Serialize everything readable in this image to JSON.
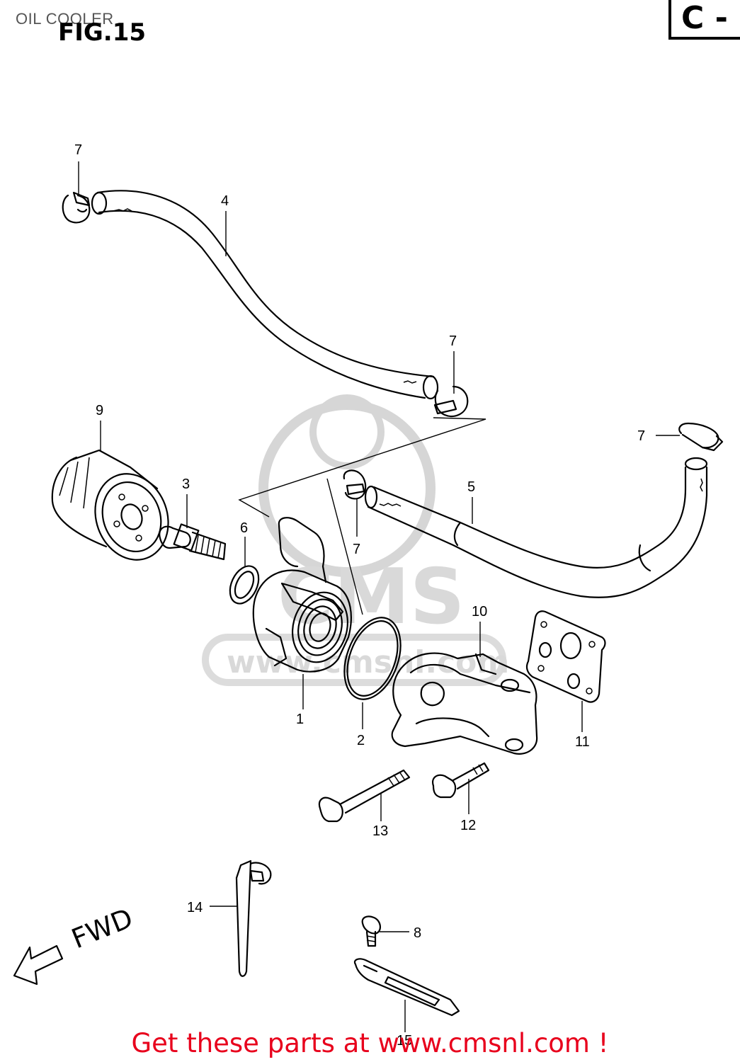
{
  "header": {
    "page_title": "OIL COOLER",
    "figure_title": "FIG.15",
    "section_label": "C -"
  },
  "watermark": {
    "text_main": "CMS",
    "text_url": "www.cmsnl.com"
  },
  "direction_label": "FWD",
  "callouts": {
    "c1": "1",
    "c2": "2",
    "c3": "3",
    "c4": "4",
    "c5": "5",
    "c6": "6",
    "c7a": "7",
    "c7b": "7",
    "c7c": "7",
    "c7d": "7",
    "c8": "8",
    "c9": "9",
    "c10": "10",
    "c11": "11",
    "c12": "12",
    "c13": "13",
    "c14": "14",
    "c15": "15"
  },
  "footer": {
    "text": "Get these parts at www.cmsnl.com !"
  },
  "colors": {
    "footer_text": "#e8001c",
    "watermark": "#d6d6d6",
    "line": "#000000"
  }
}
